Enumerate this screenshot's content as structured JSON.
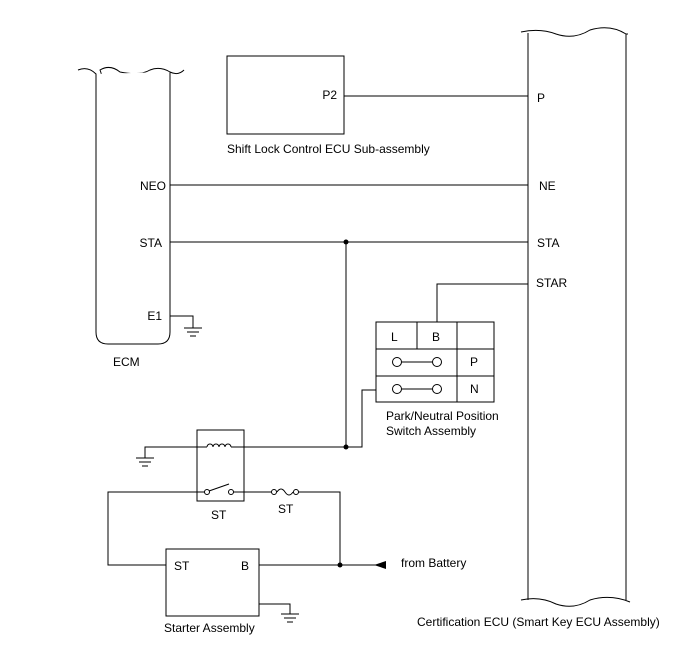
{
  "ecm": {
    "label": "ECM",
    "pins": {
      "neo": "NEO",
      "sta": "STA",
      "e1": "E1"
    }
  },
  "shift_lock": {
    "label": "Shift Lock Control ECU Sub-assembly",
    "pin": "P2"
  },
  "cert_ecu": {
    "label": "Certification ECU (Smart Key ECU Assembly)",
    "pins": {
      "p": "P",
      "ne": "NE",
      "sta": "STA",
      "star": "STAR"
    }
  },
  "pnp_switch": {
    "label_line1": "Park/Neutral Position",
    "label_line2": "Switch Assembly",
    "headers": {
      "l": "L",
      "b": "B"
    },
    "rows": {
      "p": "P",
      "n": "N"
    }
  },
  "st_relay": {
    "label": "ST"
  },
  "st_fuse": {
    "label": "ST"
  },
  "starter": {
    "label": "Starter Assembly",
    "pins": {
      "st": "ST",
      "b": "B"
    }
  },
  "battery": {
    "label": "from Battery"
  }
}
